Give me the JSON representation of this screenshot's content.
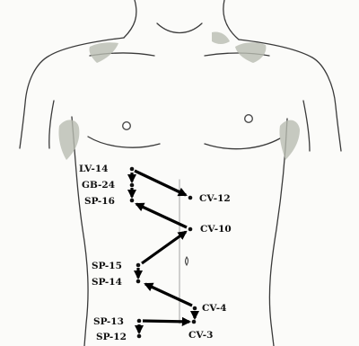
{
  "points": {
    "lv14": "LV-14",
    "gb24": "GB-24",
    "sp16": "SP-16",
    "cv12": "CV-12",
    "cv10": "CV-10",
    "sp15": "SP-15",
    "sp14": "SP-14",
    "cv4": "CV-4",
    "sp13": "SP-13",
    "sp12": "SP-12",
    "cv3": "CV-3"
  },
  "colors": {
    "ink": "#111111",
    "arrow": "#000000",
    "outline": "#3a3a3a",
    "shade": "#b9bdb2"
  }
}
